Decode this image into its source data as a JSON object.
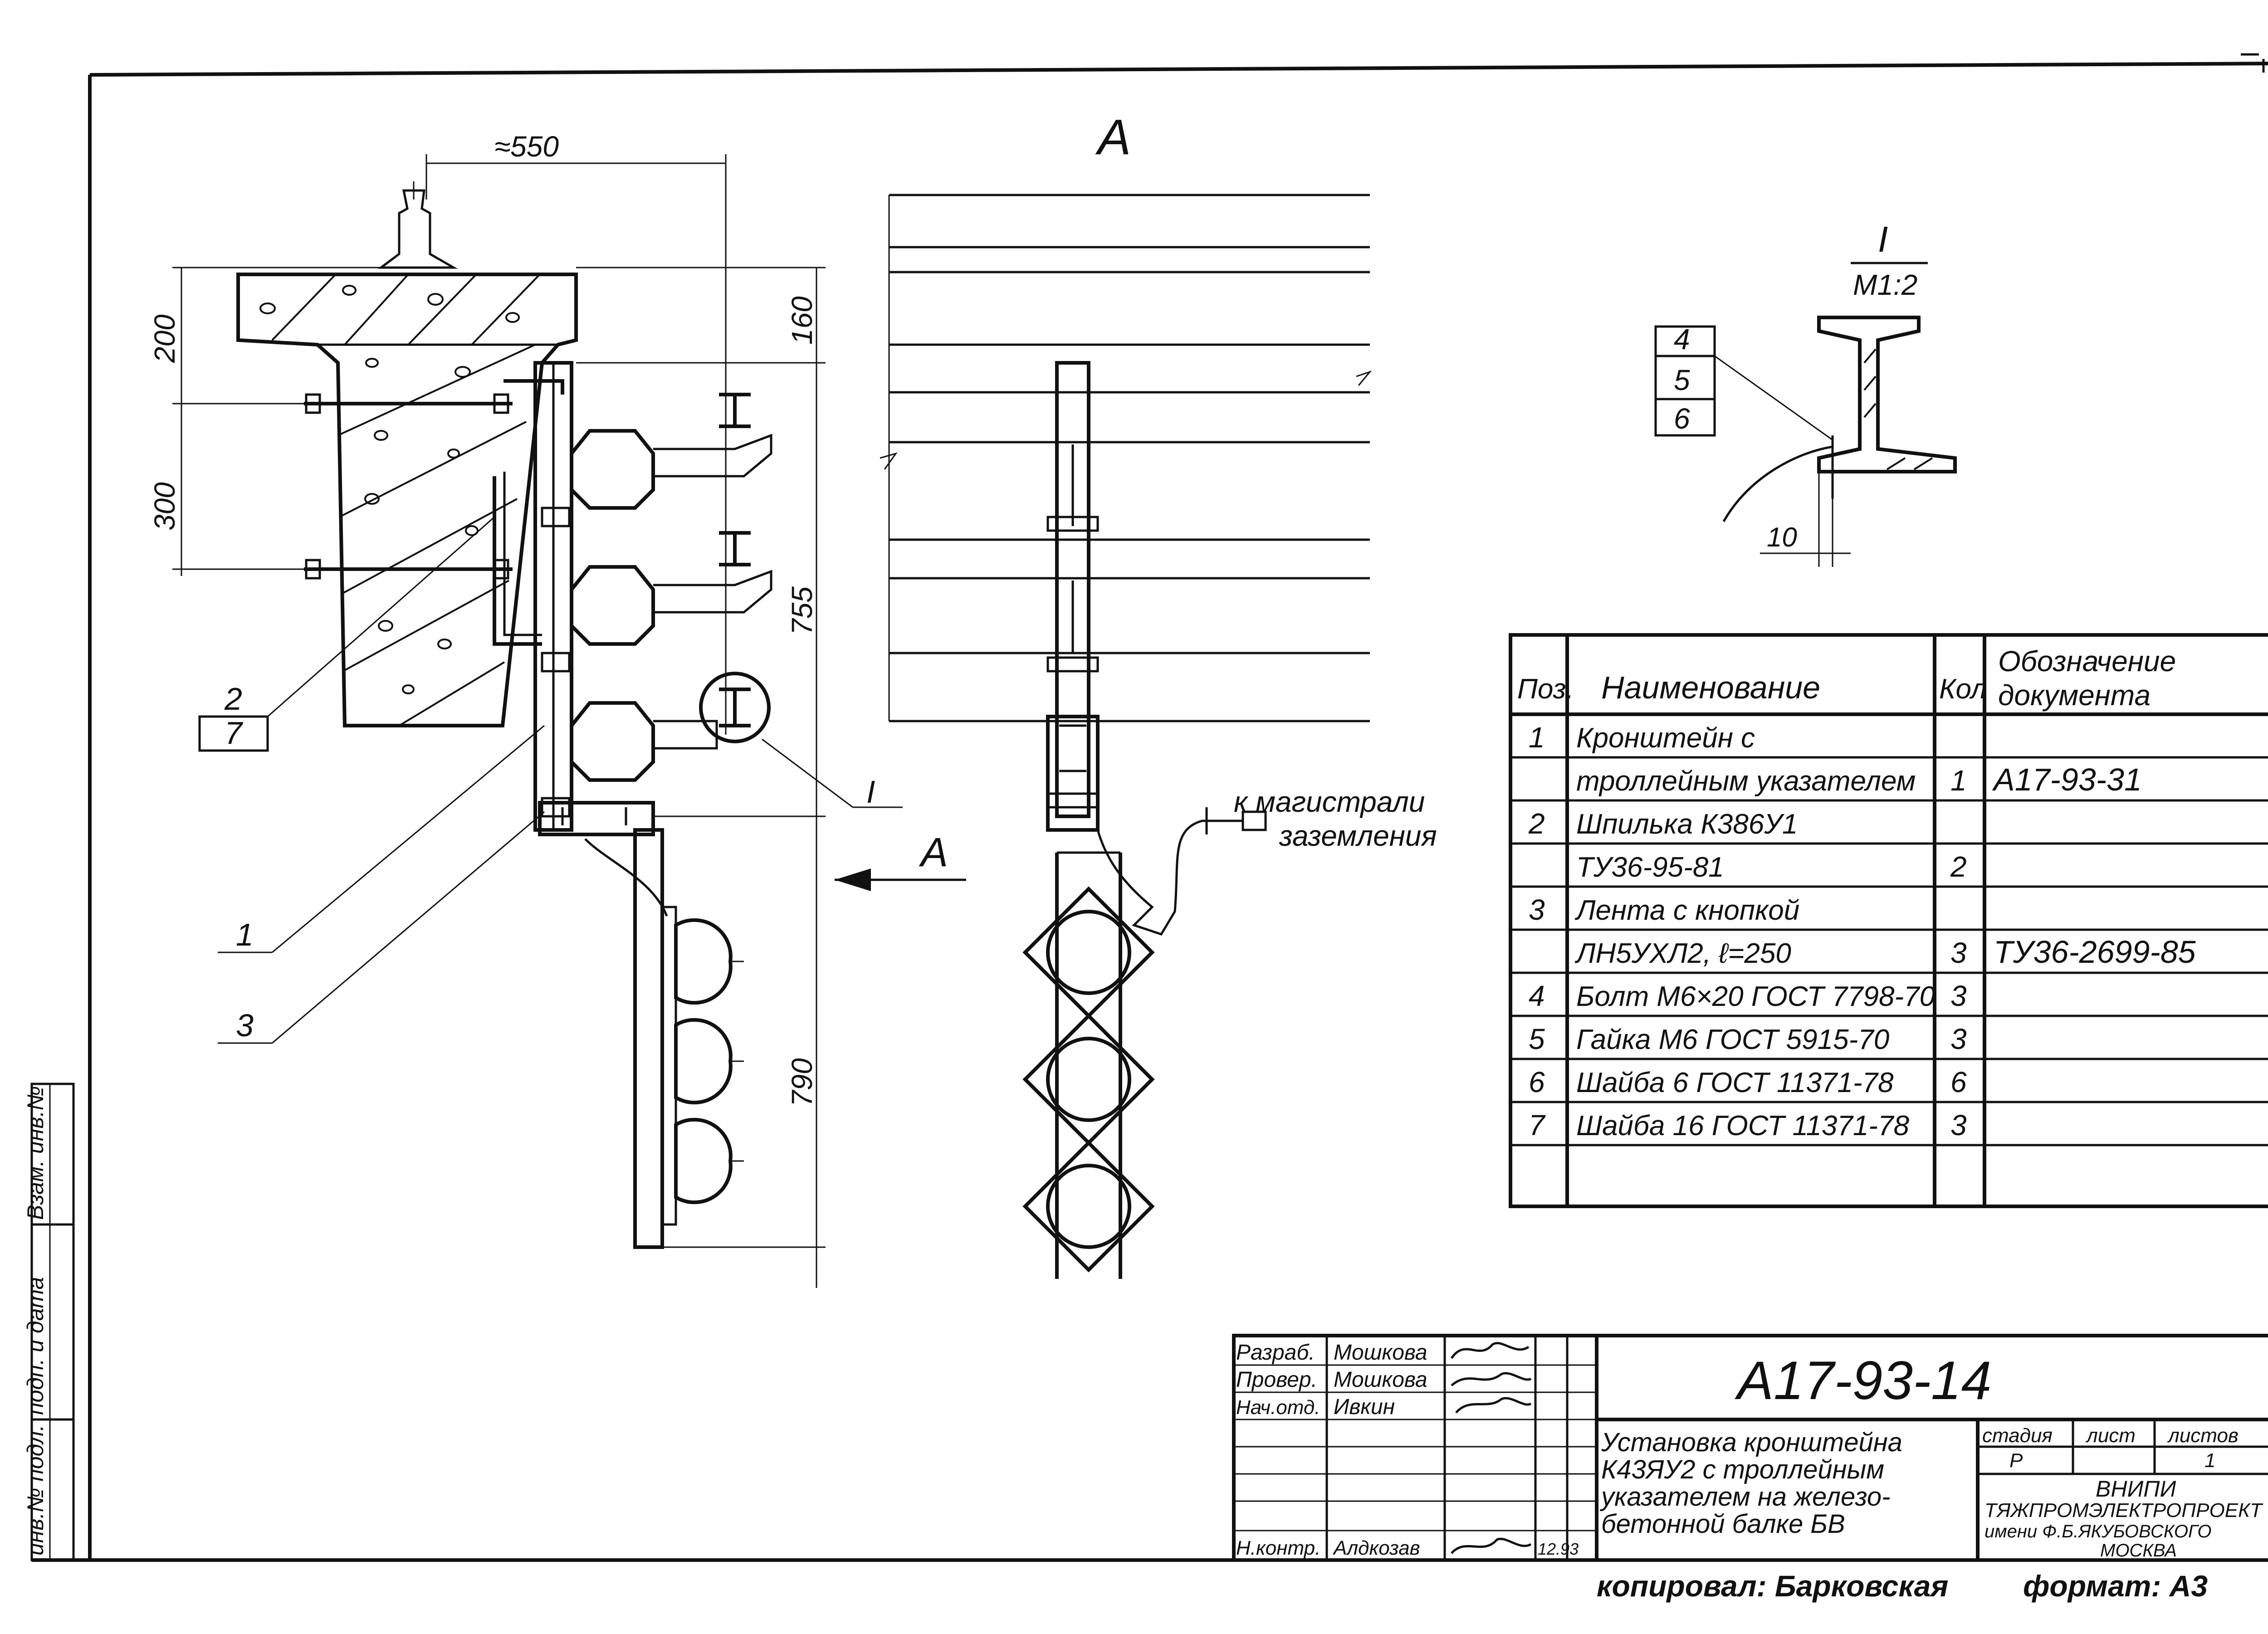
{
  "drawing": {
    "view_label": "А",
    "arrow_label": "А",
    "detail_mark": "I",
    "dims": {
      "top_width": "≈550",
      "h200": "200",
      "h300": "300",
      "h160": "160",
      "h755": "755",
      "h790": "790",
      "detail_10": "10"
    },
    "callouts": {
      "c1": "1",
      "c2": "2",
      "c3": "3",
      "c7": "7",
      "cI": "I"
    },
    "ground_note_line1": "к магистрали",
    "ground_note_line2": "заземления",
    "detail": {
      "title": "I",
      "scale": "М1:2",
      "pos_a": "4",
      "pos_b": "5",
      "pos_c": "6"
    }
  },
  "spec_table": {
    "headers": {
      "pos": "Поз.",
      "name": "Наименование",
      "qty": "Кол",
      "doc_line1": "Обозначение",
      "doc_line2": "документа"
    },
    "rows": [
      {
        "pos": "1",
        "name": "Кронштейн с",
        "qty": "",
        "doc": ""
      },
      {
        "pos": "",
        "name": "троллейным указателем",
        "qty": "1",
        "doc": "А17-93-31"
      },
      {
        "pos": "2",
        "name": "Шпилька К386У1",
        "qty": "",
        "doc": ""
      },
      {
        "pos": "",
        "name": "ТУ36-95-81",
        "qty": "2",
        "doc": ""
      },
      {
        "pos": "3",
        "name": "Лента с кнопкой",
        "qty": "",
        "doc": ""
      },
      {
        "pos": "",
        "name": "ЛН5УХЛ2, ℓ=250",
        "qty": "3",
        "doc": "ТУ36-2699-85"
      },
      {
        "pos": "4",
        "name": "Болт М6×20 ГОСТ 7798-70",
        "qty": "3",
        "doc": ""
      },
      {
        "pos": "5",
        "name": "Гайка М6 ГОСТ 5915-70",
        "qty": "3",
        "doc": ""
      },
      {
        "pos": "6",
        "name": "Шайба 6 ГОСТ 11371-78",
        "qty": "6",
        "doc": ""
      },
      {
        "pos": "7",
        "name": "Шайба 16 ГОСТ 11371-78",
        "qty": "3",
        "doc": ""
      }
    ]
  },
  "title_block": {
    "doc_number": "А17-93-14",
    "roles": [
      {
        "role": "Разраб.",
        "name": "Мошкова"
      },
      {
        "role": "Провер.",
        "name": "Мошкова"
      },
      {
        "role": "Нач.отд.",
        "name": "Ивкин"
      },
      {
        "role": "Н.контр.",
        "name": "Алдкозав"
      }
    ],
    "date": "12.93",
    "title_lines": [
      "Установка кронштейна",
      "К43ЯУ2 с троллейным",
      "указателем на железо-",
      "бетонной балке БВ"
    ],
    "stage_label": "стадия",
    "sheet_label": "лист",
    "sheets_label": "листов",
    "stage_value": "Р",
    "sheets_value": "1",
    "org_lines": [
      "ВНИПИ",
      "ТЯЖПРОМЭЛЕКТРОПРОЕКТ",
      "имени Ф.Б.ЯКУБОВСКОГО",
      "МОСКВА"
    ],
    "copied_by": "копировал: Барковская",
    "format": "формат: А3"
  },
  "margin_stamp": {
    "inv_orig": "инв.№ подл.",
    "sign_date": "подп. и дата",
    "inv_repl": "Взам. инв.№"
  }
}
